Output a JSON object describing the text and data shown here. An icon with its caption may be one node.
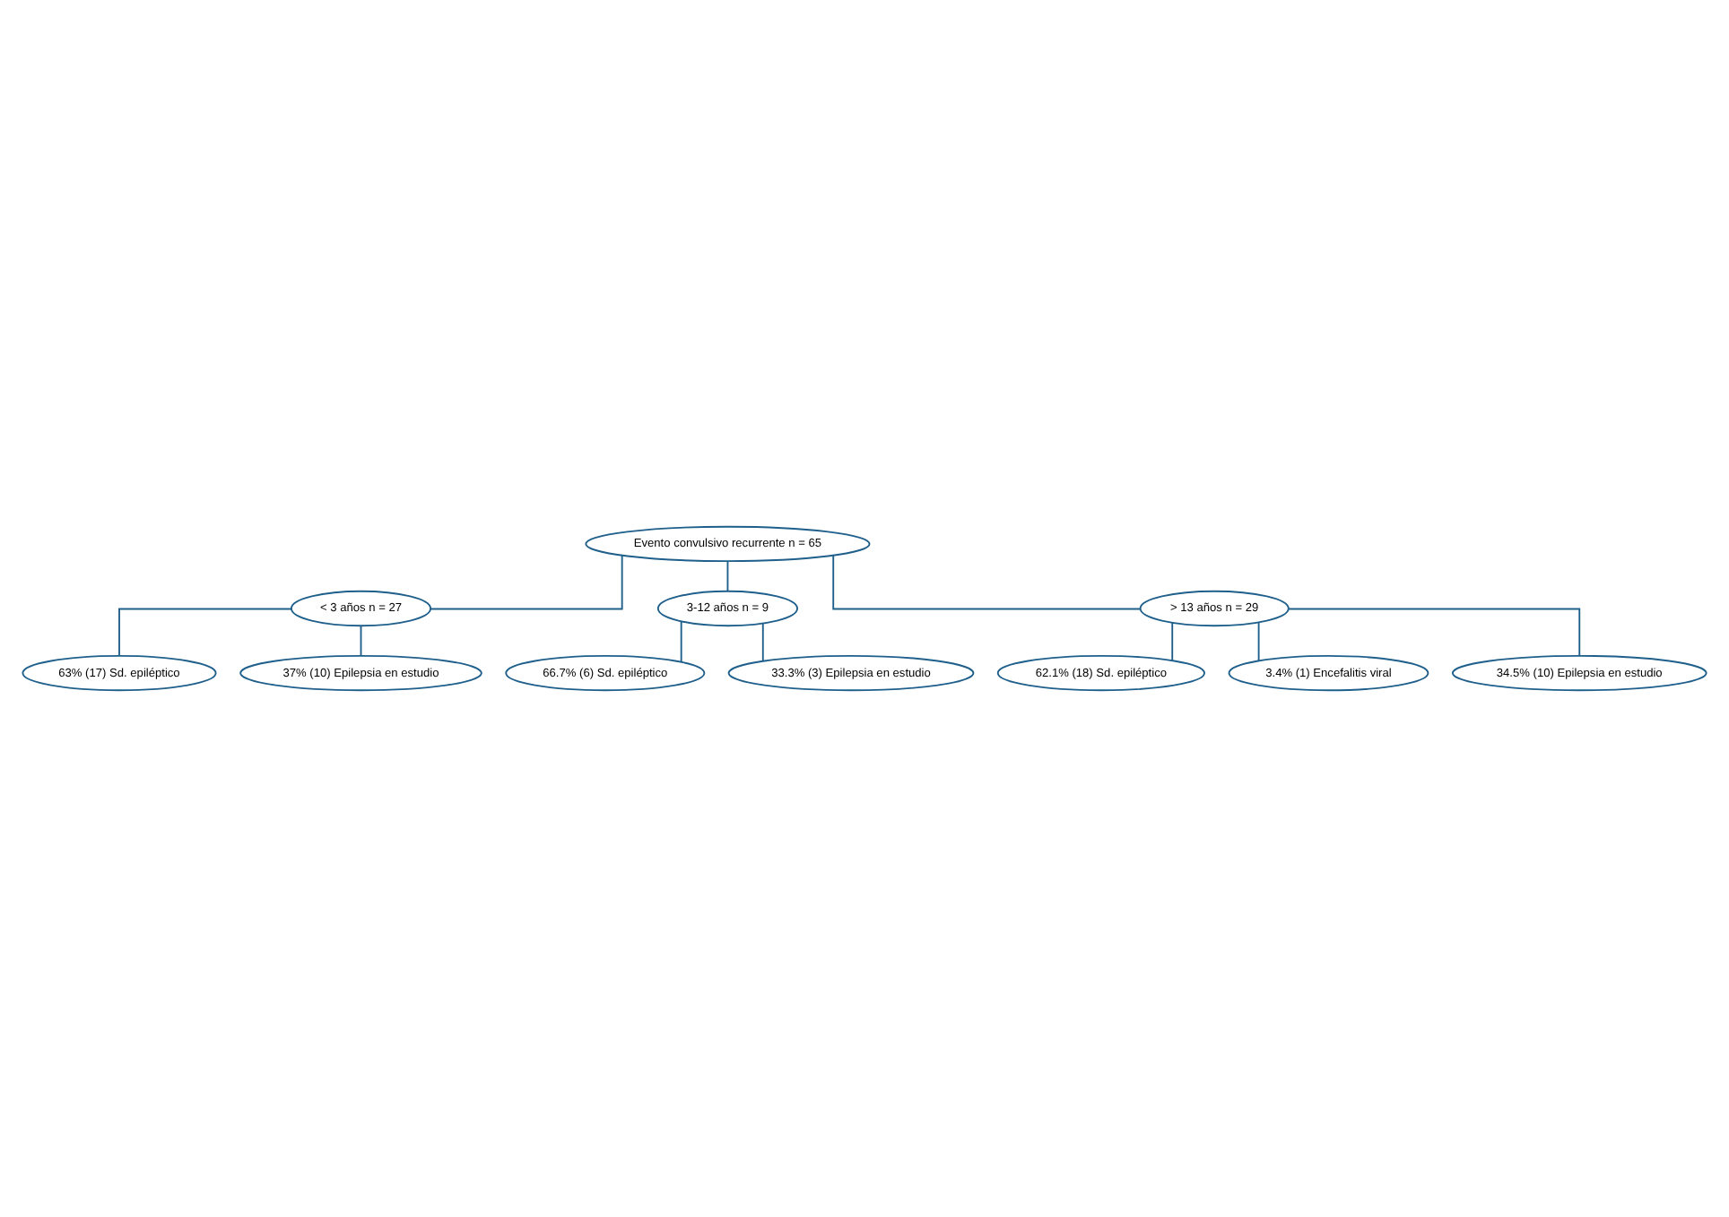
{
  "diagram": {
    "nodes": [
      {
        "text": [
          "Evento convulsivo recurrente n = 65"
        ]
      },
      {
        "text": [
          "< 3 años n = 27"
        ]
      },
      {
        "text": [
          "3-12 años n = 9"
        ]
      },
      {
        "text": [
          "> 13 años n = 29"
        ]
      },
      {
        "text": [
          "63% (17) Sd. epiléptico"
        ]
      },
      {
        "text": [
          "37% (10) Epilepsia en estudio"
        ]
      },
      {
        "text": [
          "66.7% (6) Sd. epiléptico"
        ]
      },
      {
        "text": [
          "33.3% (3) Epilepsia en estudio"
        ]
      },
      {
        "text": [
          "62.1% (18) Sd. epiléptico"
        ]
      },
      {
        "text": [
          "3.4% (1) Encefalitis viral"
        ]
      },
      {
        "text": [
          "34.5% (10) Epilepsia en estudio"
        ]
      }
    ],
    "edges": [
      {
        "from": 0,
        "to": 1,
        "arrow": "none"
      },
      {
        "from": 0,
        "to": 2,
        "arrow": "none"
      },
      {
        "from": 0,
        "to": 3,
        "arrow": "none"
      },
      {
        "from": 1,
        "to": 4,
        "arrow": "none"
      },
      {
        "from": 1,
        "to": 5,
        "arrow": "none"
      },
      {
        "from": 2,
        "to": 6,
        "arrow": "none"
      },
      {
        "from": 2,
        "to": 7,
        "arrow": "none"
      },
      {
        "from": 3,
        "to": 8,
        "arrow": "none"
      },
      {
        "from": 3,
        "to": 9,
        "arrow": "none"
      },
      {
        "from": 3,
        "to": 10,
        "arrow": "none"
      }
    ]
  }
}
